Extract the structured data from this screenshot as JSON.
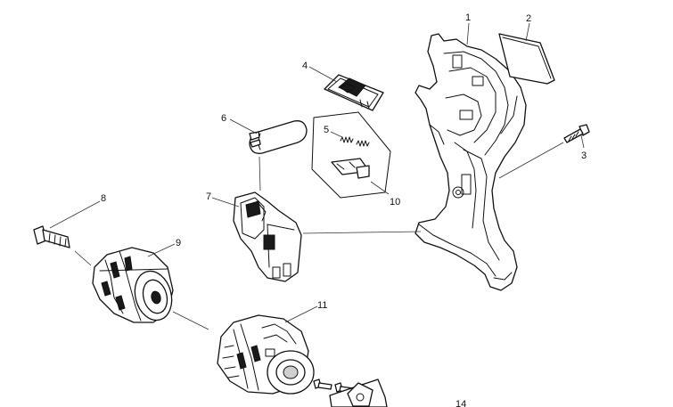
{
  "diagram": {
    "part_numbers": [
      "1",
      "2",
      "3",
      "4",
      "5",
      "6",
      "7",
      "8",
      "9",
      "10",
      "11",
      "14"
    ]
  }
}
